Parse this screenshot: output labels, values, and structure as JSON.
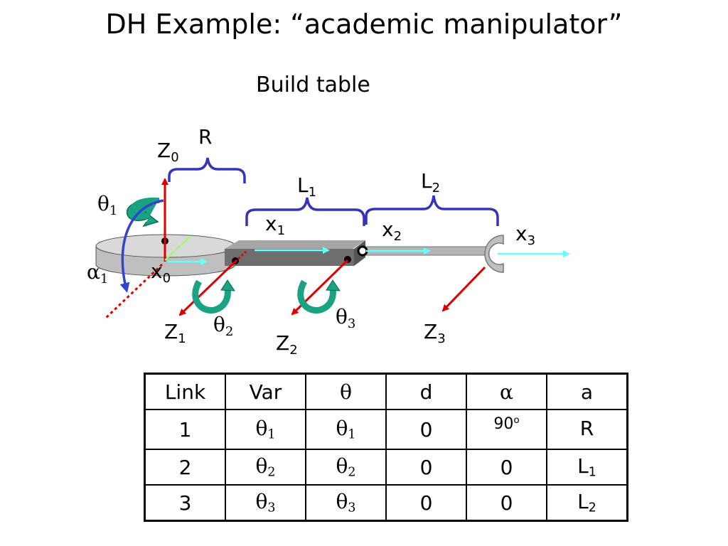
{
  "title": "DH Example: “academic manipulator”",
  "subtitle": "Build table",
  "labels": {
    "z0": {
      "base": "Z",
      "sub": "0"
    },
    "r": "R",
    "l1": {
      "base": "L",
      "sub": "1"
    },
    "l2": {
      "base": "L",
      "sub": "2"
    },
    "x1": {
      "base": "x",
      "sub": "1"
    },
    "x2": {
      "base": "x",
      "sub": "2"
    },
    "x3": {
      "base": "x",
      "sub": "3"
    },
    "x0": {
      "base": "x",
      "sub": "0"
    },
    "theta1": {
      "base": "θ",
      "sub": "1"
    },
    "alpha1": {
      "base": "α",
      "sub": "1"
    },
    "theta2": {
      "base": "θ",
      "sub": "2"
    },
    "theta3": {
      "base": "θ",
      "sub": "3"
    },
    "z1": {
      "base": "Z",
      "sub": "1"
    },
    "z2": {
      "base": "Z",
      "sub": "2"
    },
    "z3": {
      "base": "Z",
      "sub": "3"
    }
  },
  "table": {
    "headers": [
      "Link",
      "Var",
      "θ",
      "d",
      "α",
      "a"
    ],
    "rows": [
      {
        "link": "1",
        "var": {
          "base": "θ",
          "sub": "1"
        },
        "theta": {
          "base": "θ",
          "sub": "1"
        },
        "d": "0",
        "alpha": {
          "base": "90",
          "sup": "o"
        },
        "a": {
          "base": "R",
          "sub": ""
        }
      },
      {
        "link": "2",
        "var": {
          "base": "θ",
          "sub": "2"
        },
        "theta": {
          "base": "θ",
          "sub": "2"
        },
        "d": "0",
        "alpha": {
          "base": "0",
          "sup": ""
        },
        "a": {
          "base": "L",
          "sub": "1"
        }
      },
      {
        "link": "3",
        "var": {
          "base": "θ",
          "sub": "3"
        },
        "theta": {
          "base": "θ",
          "sub": "3"
        },
        "d": "0",
        "alpha": {
          "base": "0",
          "sup": ""
        },
        "a": {
          "base": "L",
          "sub": "2"
        }
      }
    ]
  },
  "colors": {
    "z_axis": "#e00000",
    "x_axis": "#66ffff",
    "bracket": "#3333bb",
    "rotation_arrow": "#0f9f7a",
    "alpha_arrow": "#3344cc",
    "link_body": "#777777",
    "base_disk": "#cccccc"
  }
}
